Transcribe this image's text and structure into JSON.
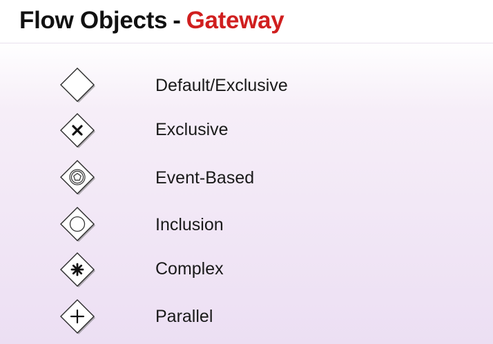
{
  "title": {
    "main": "Flow Objects",
    "separator": "-",
    "accent": "Gateway",
    "accent_color": "#d01f1f"
  },
  "gateways": [
    {
      "label": "Default/Exclusive",
      "icon": "empty-diamond-icon"
    },
    {
      "label": "Exclusive",
      "icon": "x-marker-diamond-icon"
    },
    {
      "label": "Event-Based",
      "icon": "event-based-diamond-icon"
    },
    {
      "label": "Inclusion",
      "icon": "circle-marker-diamond-icon"
    },
    {
      "label": "Complex",
      "icon": "asterisk-marker-diamond-icon"
    },
    {
      "label": "Parallel",
      "icon": "plus-marker-diamond-icon"
    }
  ]
}
